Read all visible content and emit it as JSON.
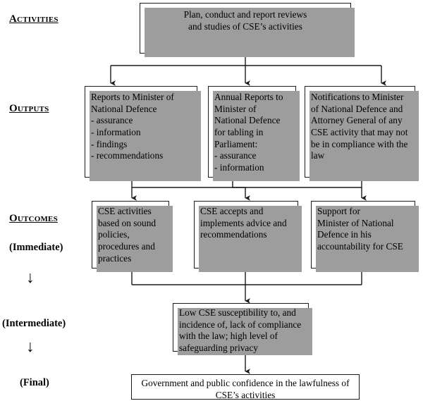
{
  "diagram": {
    "title_rows": [
      {
        "key": "activities",
        "label": "Activities"
      },
      {
        "key": "outputs",
        "label": "Outputs"
      },
      {
        "key": "outcomes",
        "label": "Outcomes"
      },
      {
        "key": "immediate",
        "label": "(Immediate)"
      },
      {
        "key": "intermediate",
        "label": "(Intermediate)"
      },
      {
        "key": "final",
        "label": "(Final)"
      }
    ],
    "stage_labels": {
      "activities": "Activities",
      "outputs": "Outputs",
      "outcomes": "Outcomes",
      "immediate": "(Immediate)",
      "intermediate": "(Intermediate)",
      "final": "(Final)"
    },
    "boxes": {
      "activity": "Plan, conduct and report reviews\nand studies of CSE’s activities",
      "output_1": "Reports to Minister of\nNational Defence\n- assurance\n- information\n- findings\n- recommendations",
      "output_2": "Annual Reports to\nMinister of\nNational Defence\nfor tabling in\nParliament:\n- assurance\n- information",
      "output_3": "Notifications to Minister\nof National Defence and\nAttorney General of any\nCSE activity that may not\nbe in compliance with the\nlaw",
      "outcome_1": "CSE activities\nbased on sound\npolicies,\nprocedures and\npractices",
      "outcome_2": "CSE accepts and\nimplements advice and\nrecommendations",
      "outcome_3": "Support for\nMinister of National\nDefence in his\naccountability for CSE",
      "intermediate": "Low CSE susceptibility to, and\nincidence of, lack of compliance\nwith the law; high level of\nsafeguarding privacy",
      "final": "Government and public confidence in the lawfulness of\nCSE’s activities"
    },
    "colors": {
      "box_border": "#1a1a1a",
      "box_fill": "#ffffff",
      "shadow": "#9d9d9d",
      "connector": "#1a1a1a",
      "text": "#000000"
    },
    "arrow_glyph": "↓"
  }
}
